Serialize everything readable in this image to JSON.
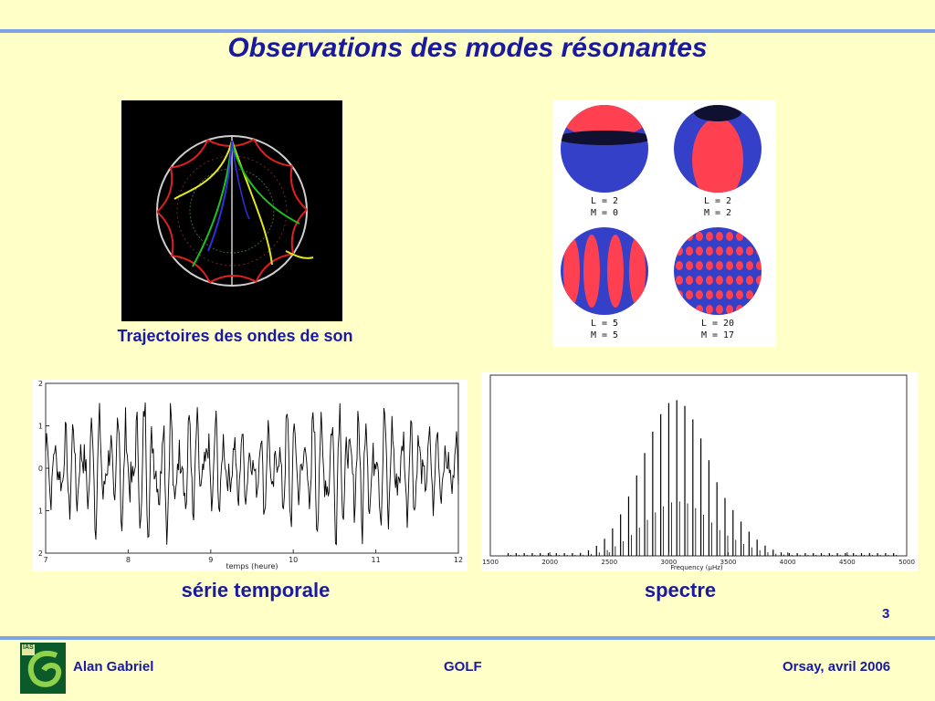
{
  "slide": {
    "title": "Observations des modes résonantes",
    "page_number": "3"
  },
  "trajectory": {
    "caption": "Trajectoires des ondes de son"
  },
  "modes": [
    {
      "l": "L = 2",
      "m": "M = 0"
    },
    {
      "l": "L = 2",
      "m": "M = 2"
    },
    {
      "l": "L = 5",
      "m": "M = 5"
    },
    {
      "l": "L = 20",
      "m": "M = 17"
    }
  ],
  "chart_data": [
    {
      "type": "line",
      "caption": "série temporale",
      "xlabel": "temps (heure)",
      "x_ticks": [
        "7",
        "8",
        "9",
        "10",
        "11",
        "12"
      ],
      "y_ticks": [
        "2",
        "1",
        "0",
        "1",
        "2"
      ],
      "xlim": [
        7,
        12
      ],
      "ylim": [
        -2,
        2
      ]
    },
    {
      "type": "bar",
      "caption": "spectre",
      "xlabel": "Frequency (µHz)",
      "x_ticks": [
        "1500",
        "2000",
        "2500",
        "3000",
        "3500",
        "4000",
        "4500",
        "5000"
      ],
      "xlim": [
        1500,
        5000
      ],
      "peak_center": 3100
    }
  ],
  "footer": {
    "author": "Alan Gabriel",
    "project": "GOLF",
    "place_date": "Orsay, avril 2006",
    "logo_text": "IAS"
  },
  "colors": {
    "background": "#ffffc8",
    "accent": "#7fa3e6",
    "text": "#1a1aa0"
  }
}
